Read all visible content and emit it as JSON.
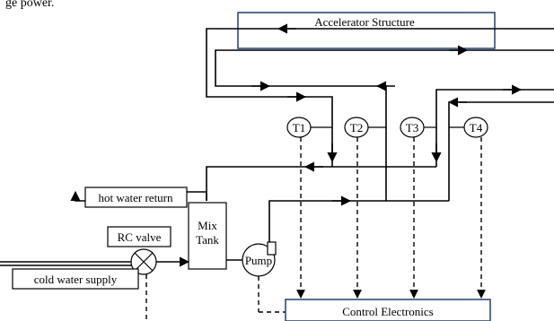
{
  "labels": {
    "top_fragment": "ge power.",
    "accelerator": "Accelerator Structure",
    "sensors": [
      "T1",
      "T2",
      "T3",
      "T4"
    ],
    "hot_water_return": "hot water return",
    "mix_tank_line1": "Mix",
    "mix_tank_line2": "Tank",
    "rc_valve": "RC valve",
    "pump": "Pump",
    "cold_water_supply": "cold water supply",
    "control_electronics": "Control Electronics"
  }
}
